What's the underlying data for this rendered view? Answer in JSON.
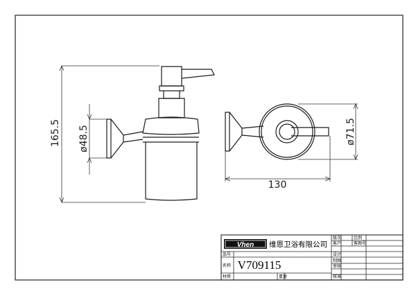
{
  "dimensions": {
    "height_total": "165.5",
    "bracket_dia": "ø48.5",
    "width_total": "130",
    "rosette_dia": "ø71.5"
  },
  "title_block": {
    "logo_text": "Vhen",
    "company": "维恩卫浴有限公司",
    "model_no": "V709115",
    "labels": {
      "version": "版次",
      "customer": "客户",
      "design": "设计",
      "drafting": "制图",
      "check": "审核",
      "approve": "核准",
      "item_no": "品号",
      "name": "名称",
      "material": "材质",
      "weight": "重量",
      "scale": "比例",
      "customer_no": "客图号"
    }
  }
}
